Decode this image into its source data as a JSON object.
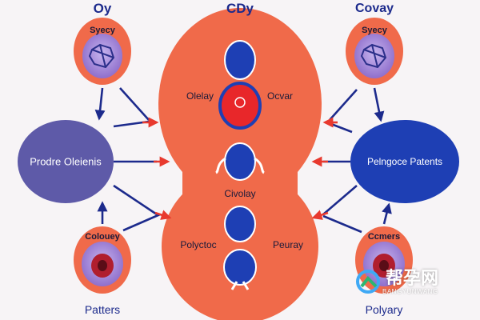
{
  "diagram": {
    "top_left_title": "Oy",
    "top_center_title": "CDy",
    "top_right_title": "Covay",
    "top_left_cell_label": "Syecy",
    "top_right_cell_label": "Syecy",
    "left_node_label": "Prodre Oleienis",
    "right_node_label": "Pelngoce Patents",
    "center_upper_left_label": "Olelay",
    "center_upper_right_label": "Ocvar",
    "center_middle_label": "Civolay",
    "center_lower_left_label": "Polyctoc",
    "center_lower_right_label": "Peuray",
    "bottom_left_cell_label": "Colouey",
    "bottom_right_cell_label": "Ccmers",
    "bottom_left_caption": "Patters",
    "bottom_right_caption": "Polyary"
  },
  "watermark": {
    "chinese": "帮孕网",
    "latin": "BANGYUNWANG"
  },
  "colors": {
    "orange": "#f06a4a",
    "navy": "#1c2a8c",
    "blue": "#1e3fb4",
    "purple": "#5e5aa8",
    "red_arrow": "#e8392e",
    "cell_fill": "#a990d8"
  }
}
